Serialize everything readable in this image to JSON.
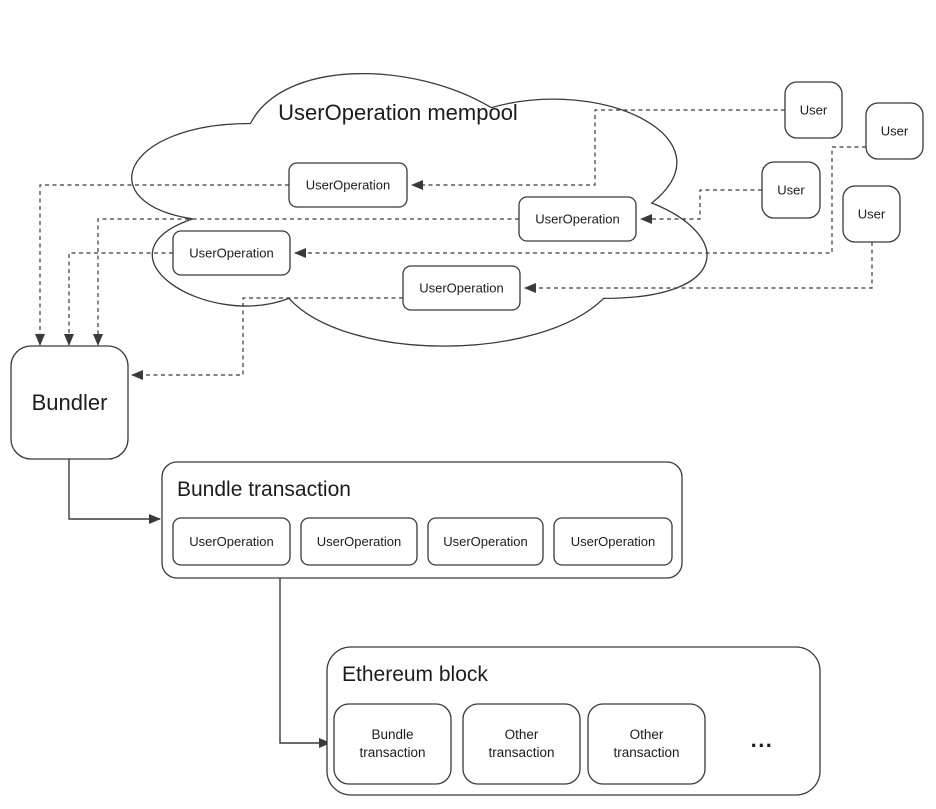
{
  "colors": {
    "background": "#ffffff",
    "stroke": "#3a3a3a",
    "text": "#1c1c1c"
  },
  "mempool": {
    "title": "UserOperation mempool",
    "operations": [
      "UserOperation",
      "UserOperation",
      "UserOperation",
      "UserOperation"
    ]
  },
  "users": [
    "User",
    "User",
    "User",
    "User"
  ],
  "bundler": {
    "label": "Bundler"
  },
  "bundle_transaction": {
    "title": "Bundle transaction",
    "operations": [
      "UserOperation",
      "UserOperation",
      "UserOperation",
      "UserOperation"
    ]
  },
  "ethereum_block": {
    "title": "Ethereum block",
    "transactions": [
      {
        "line1": "Bundle",
        "line2": "transaction"
      },
      {
        "line1": "Other",
        "line2": "transaction"
      },
      {
        "line1": "Other",
        "line2": "transaction"
      }
    ],
    "ellipsis": "..."
  }
}
